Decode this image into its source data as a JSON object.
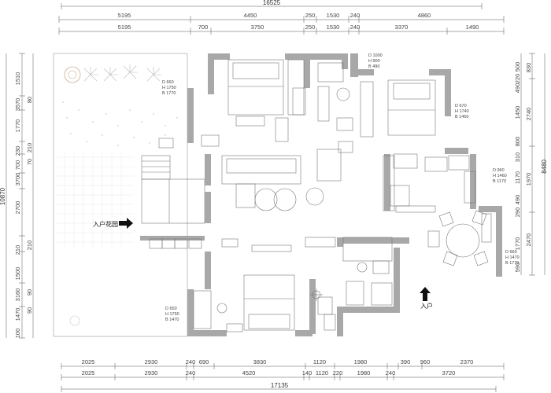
{
  "dimensions": {
    "top_total": "16525",
    "top_row1": [
      "5195",
      "4450",
      "250",
      "1530",
      "240",
      "4860"
    ],
    "top_row2": [
      "5195",
      "700",
      "3750",
      "250",
      "1530",
      "240",
      "3370",
      "1490"
    ],
    "bottom_row1": [
      "2025",
      "2930",
      "240",
      "690",
      "3830",
      "1120",
      "1980",
      "390",
      "960",
      "2370"
    ],
    "bottom_row2": [
      "2025",
      "2930",
      "240",
      "4520",
      "140",
      "1120",
      "220",
      "1980",
      "240",
      "3720"
    ],
    "bottom_total": "17135",
    "left_outer": [
      "1510",
      "3570",
      "1770",
      "230",
      "700",
      "3700",
      "2700",
      "210",
      "3160",
      "1500",
      "1470",
      "100"
    ],
    "left_total": "10870",
    "left_inner": [
      "80",
      "210",
      "210",
      "90",
      "70",
      "90"
    ],
    "right_outer": [
      "830",
      "2740",
      "1970",
      "2470"
    ],
    "right_total": "8480",
    "right_inner": [
      "500",
      "220",
      "490",
      "1450",
      "800",
      "310",
      "1170",
      "490",
      "290",
      "1770",
      "590"
    ]
  },
  "specs": [
    {
      "id": "bed-top-left",
      "lines": [
        "D  660",
        "H  1750",
        "B  1770"
      ]
    },
    {
      "id": "wardrobe-top",
      "lines": [
        "D  1000",
        "H  900",
        "B  490"
      ]
    },
    {
      "id": "bed-right",
      "lines": [
        "D  670",
        "H  1740",
        "B  1450"
      ]
    },
    {
      "id": "kitchen",
      "lines": [
        "D  960",
        "H  1460",
        "B  1170"
      ]
    },
    {
      "id": "dining",
      "lines": [
        "D  660",
        "H  1470",
        "B  1770"
      ]
    },
    {
      "id": "bed-bottom",
      "lines": [
        "D  650",
        "H  1750",
        "B  1470"
      ]
    }
  ],
  "labels": {
    "garden_entrance": "入户花园",
    "main_entrance": "入户"
  }
}
